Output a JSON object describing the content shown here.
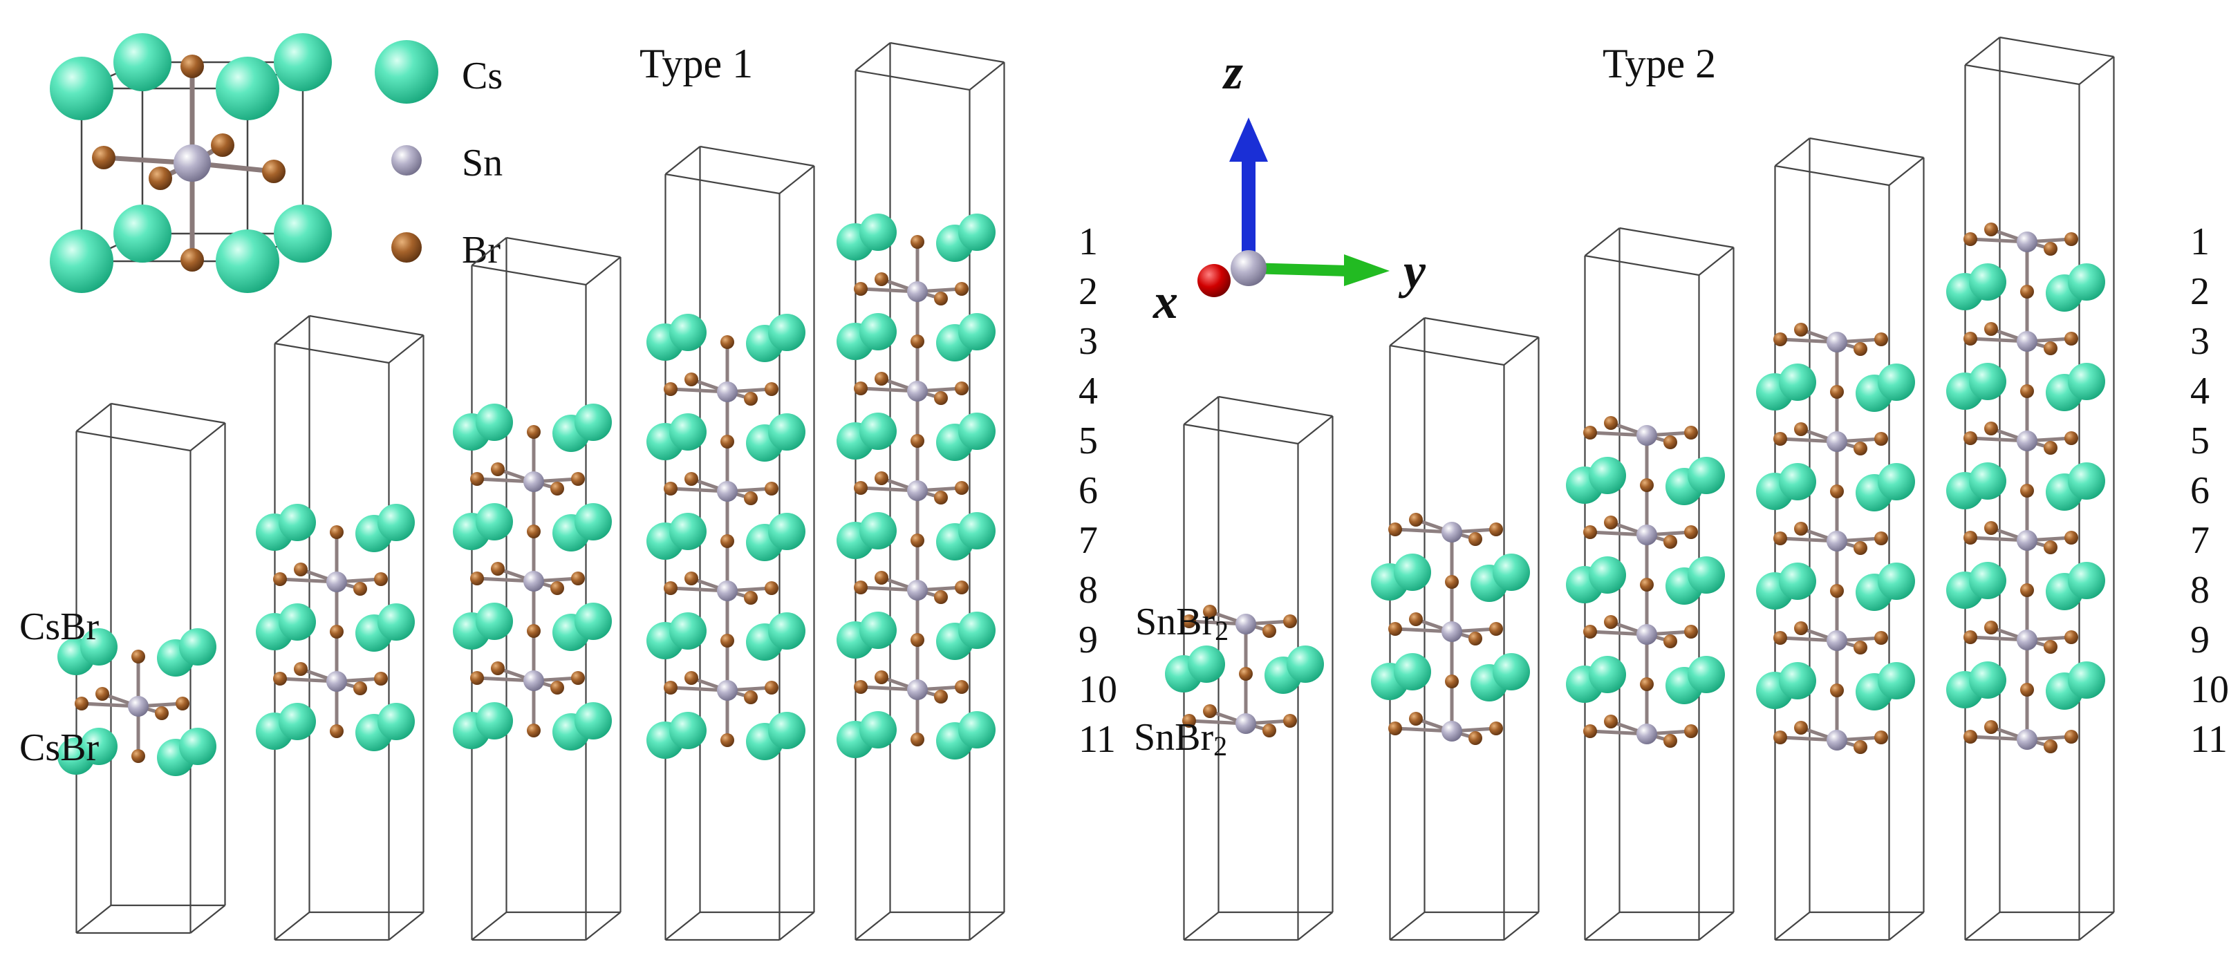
{
  "legend": {
    "items": [
      {
        "element": "Cs",
        "color": "#3fdcae"
      },
      {
        "element": "Sn",
        "color": "#9e99b8"
      },
      {
        "element": "Br",
        "color": "#9a5a22"
      }
    ]
  },
  "type1": {
    "title": "Type 1",
    "surface_labels": [
      "CsBr",
      "CsBr"
    ],
    "slab_layer_counts": [
      3,
      5,
      7,
      9,
      11
    ]
  },
  "type2": {
    "title": "Type 2",
    "surface_labels": [
      "SnBr2",
      "SnBr2"
    ],
    "slab_layer_counts": [
      3,
      5,
      7,
      9,
      11
    ]
  },
  "layer_numbers": [
    "1",
    "2",
    "3",
    "4",
    "5",
    "6",
    "7",
    "8",
    "9",
    "10",
    "11"
  ],
  "axes": {
    "x": {
      "label": "x",
      "color": "#cc0000"
    },
    "y": {
      "label": "y",
      "color": "#22bb22"
    },
    "z": {
      "label": "z",
      "color": "#1a2fd6"
    }
  },
  "colors": {
    "cs": "#3fdcae",
    "sn": "#9e99b8",
    "br": "#9a5a22",
    "box": "#444444"
  }
}
